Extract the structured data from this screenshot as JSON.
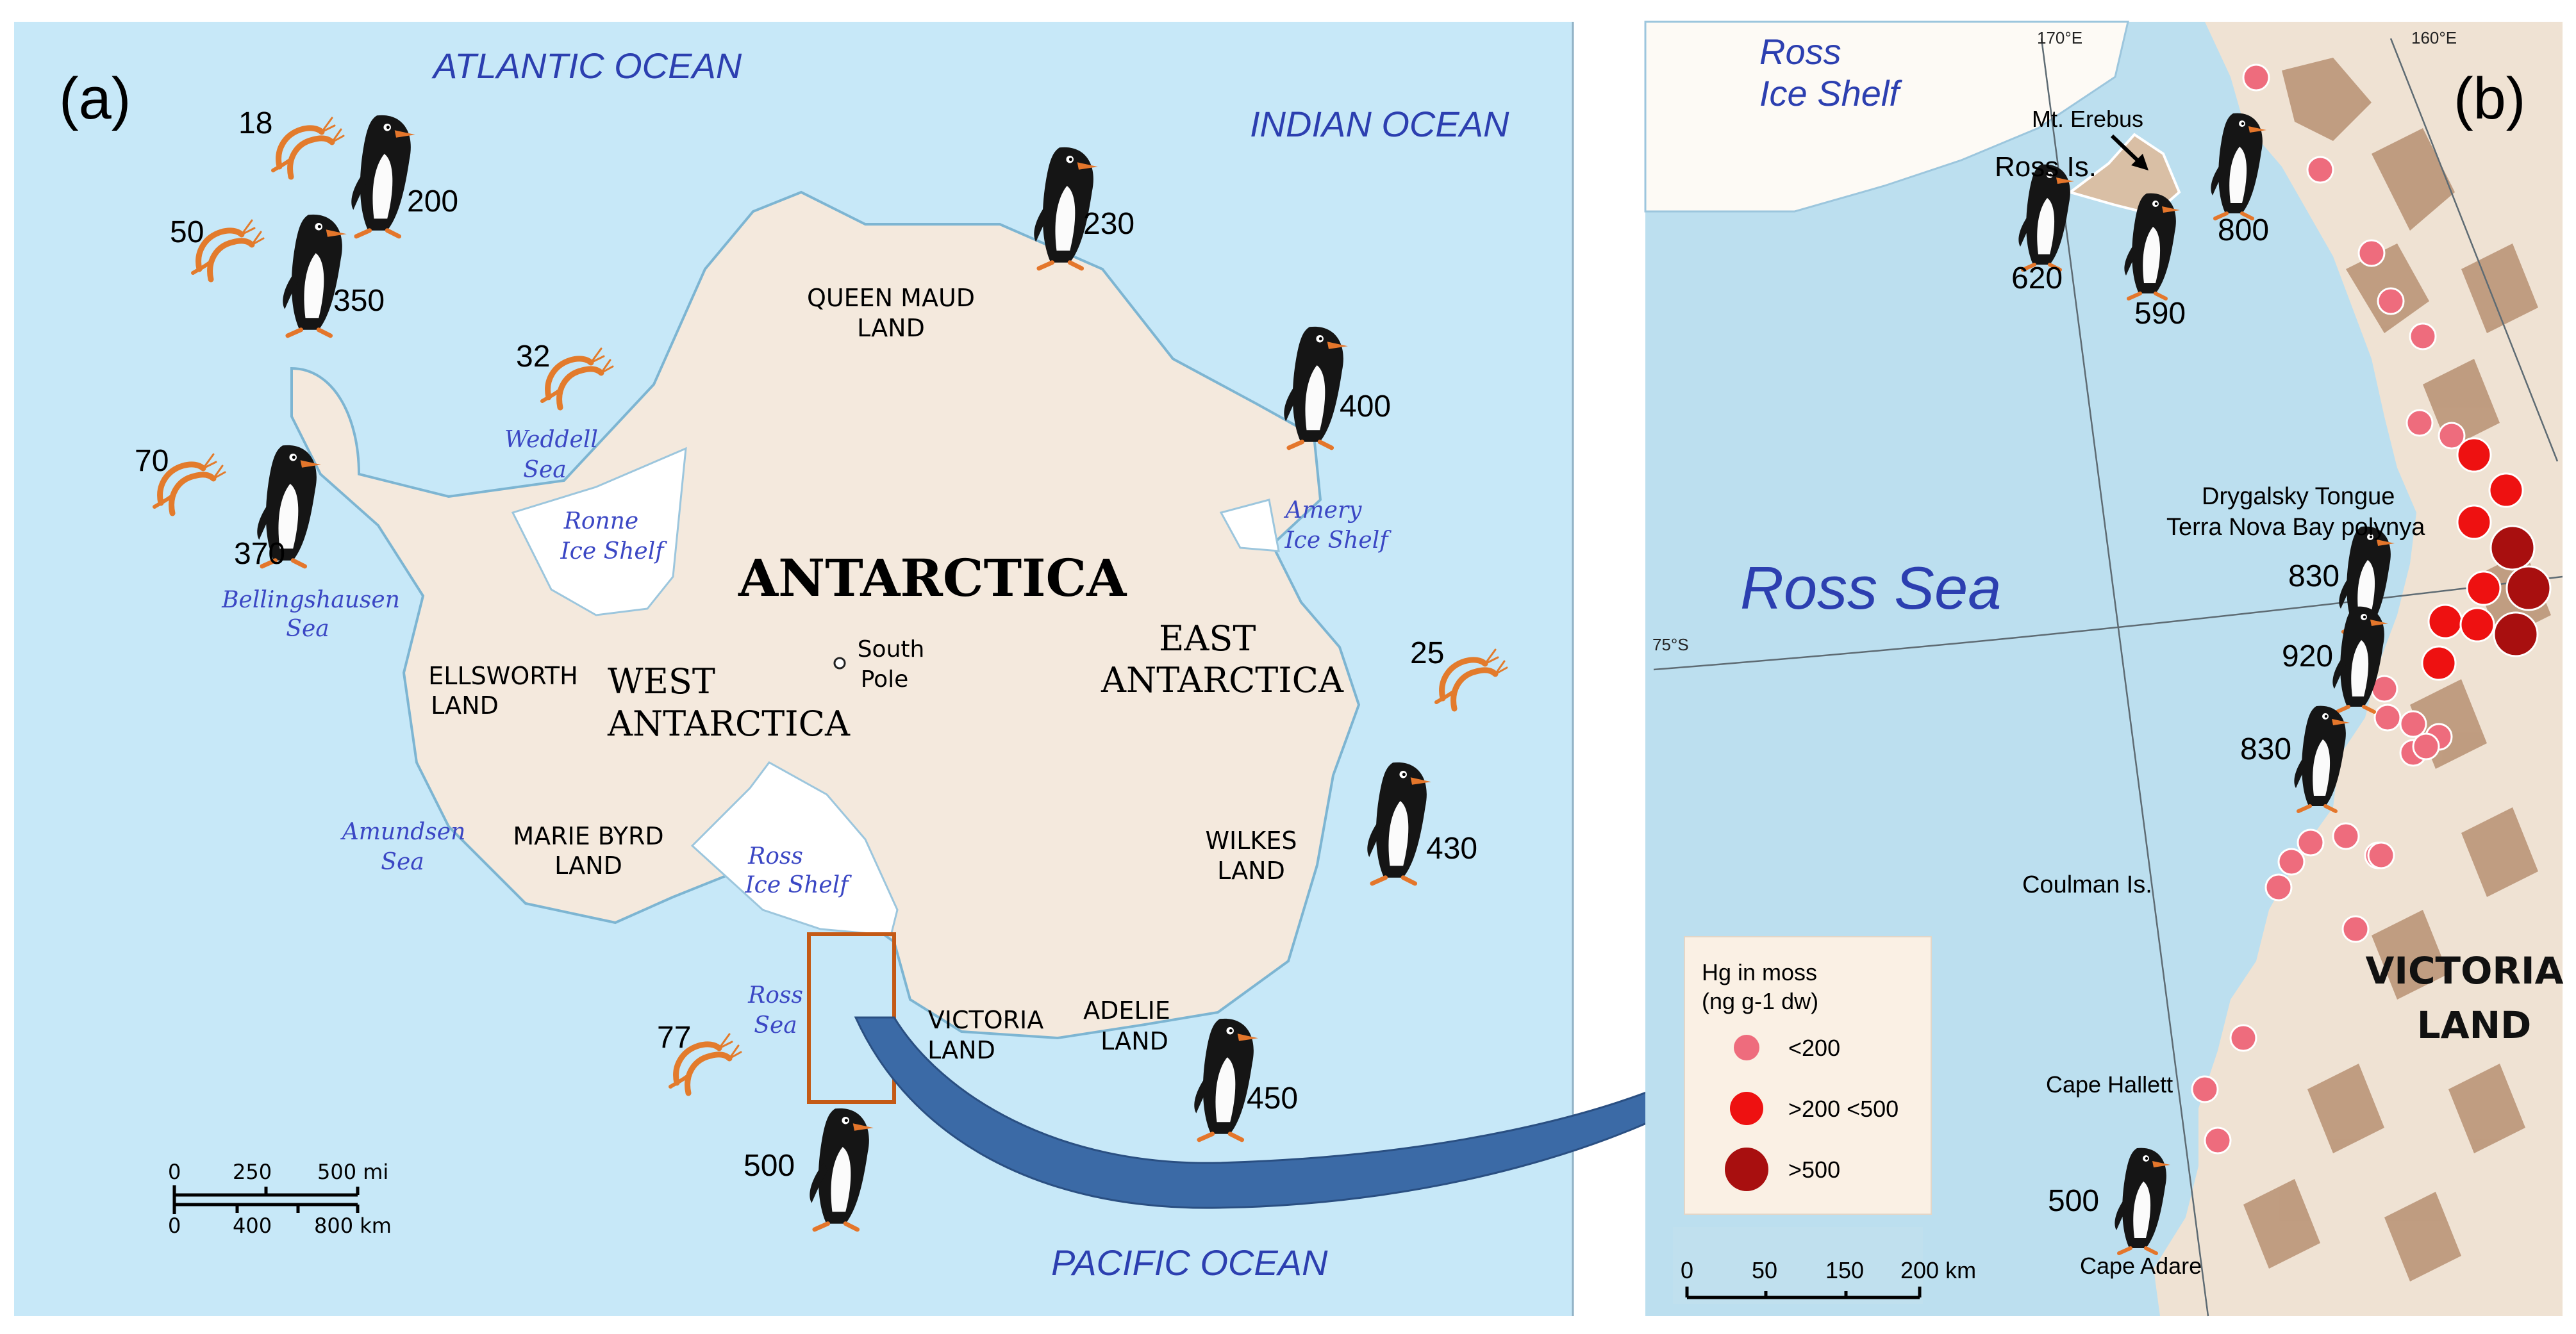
{
  "panel_a": {
    "label": "(a)",
    "oceans": {
      "atlantic": "ATLANTIC OCEAN",
      "indian": "INDIAN OCEAN",
      "pacific": "PACIFIC OCEAN"
    },
    "title": "ANTARCTICA",
    "west": [
      "WEST",
      "ANTARCTICA"
    ],
    "east": [
      "EAST",
      "ANTARCTICA"
    ],
    "regions": {
      "queen_maud": [
        "QUEEN MAUD",
        "LAND"
      ],
      "ellsworth": [
        "ELLSWORTH",
        "LAND"
      ],
      "marie_byrd": [
        "MARIE BYRD",
        "LAND"
      ],
      "victoria": [
        "VICTORIA",
        "LAND"
      ],
      "adelie": [
        "ADELIE",
        "LAND"
      ],
      "wilkes": [
        "WILKES",
        "LAND"
      ]
    },
    "south_pole": [
      "South",
      "Pole"
    ],
    "seas": {
      "weddell": [
        "Weddell",
        "Sea"
      ],
      "bellingshausen": [
        "Bellingshausen",
        "Sea"
      ],
      "amundsen": [
        "Amundsen",
        "Sea"
      ],
      "ross": [
        "Ross",
        "Sea"
      ]
    },
    "ice_shelves": {
      "ronne": [
        "Ronne",
        "Ice Shelf"
      ],
      "ross": [
        "Ross",
        "Ice Shelf"
      ],
      "amery": [
        "Amery",
        "Ice Shelf"
      ]
    },
    "penguin_values": [
      "200",
      "350",
      "370",
      "230",
      "400",
      "430",
      "450",
      "500"
    ],
    "krill_values": [
      "18",
      "50",
      "70",
      "32",
      "25",
      "77"
    ],
    "scale": {
      "mi_ticks": [
        "0",
        "250",
        "500 mi"
      ],
      "km_ticks": [
        "0",
        "400",
        "800 km"
      ]
    }
  },
  "panel_b": {
    "label": "(b)",
    "ross_ice_shelf": [
      "Ross",
      "Ice Shelf"
    ],
    "ross_sea": "Ross Sea",
    "victoria_land": [
      "VICTORIA",
      "LAND"
    ],
    "lon_labels": [
      "170°E",
      "160°E"
    ],
    "lat_label": "75°S",
    "places": {
      "erebus": "Mt. Erebus",
      "ross_is": "Ross Is.",
      "drygalsky": "Drygalsky Tongue",
      "terra_nova": "Terra Nova Bay polynya",
      "coulman": "Coulman Is.",
      "hallett": "Cape Hallett",
      "adare": "Cape Adare"
    },
    "penguin_values": [
      "620",
      "590",
      "800",
      "830",
      "920",
      "830",
      "500"
    ],
    "legend": {
      "title": [
        "Hg in moss",
        "(ng g-1 dw)"
      ],
      "items": [
        {
          "label": "<200",
          "color": "#ee6c7d"
        },
        {
          "label": ">200 <500",
          "color": "#ee1111"
        },
        {
          "label": ">500",
          "color": "#a80f0f"
        }
      ]
    },
    "scale": {
      "ticks": [
        "0",
        "50",
        "150",
        "200 km"
      ]
    }
  },
  "colors": {
    "ocean_a": "#c7e8f8",
    "ice": "#f4e9dd",
    "ocean_b": "#bcdfef",
    "ocean_label": "#2c3fb0",
    "arrow": "#3b6aa6",
    "inset_box": "#c45a16"
  }
}
